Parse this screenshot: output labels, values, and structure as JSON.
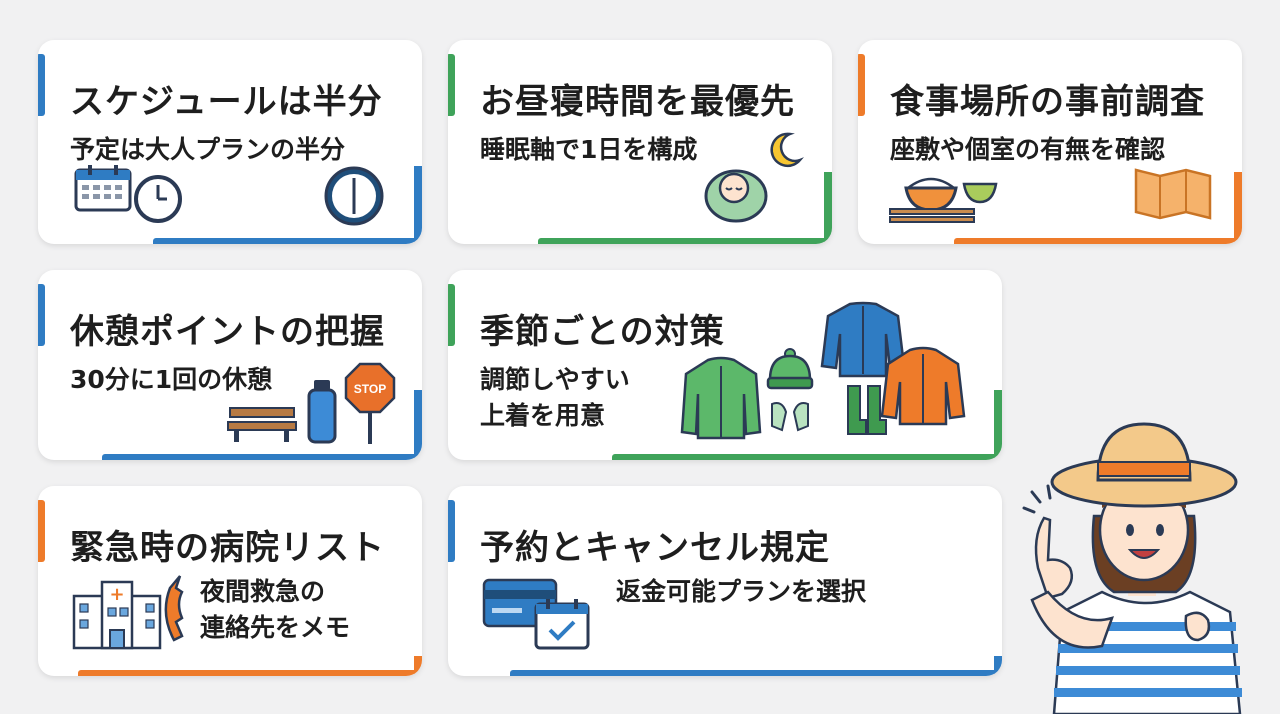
{
  "cards": [
    {
      "title": "スケジュールは半分",
      "sub": "予定は大人プランの半分",
      "accent": "#2f7cc3"
    },
    {
      "title": "お昼寝時間を最優先",
      "sub": "睡眠軸で1日を構成",
      "accent": "#3fa35a"
    },
    {
      "title": "食事場所の事前調査",
      "sub": "座敷や個室の有無を確認",
      "accent": "#ee7b2a"
    },
    {
      "title": "休憩ポイントの把握",
      "sub": "30分に1回の休憩",
      "accent": "#2f7cc3"
    },
    {
      "title": "季節ごとの対策",
      "sub_lines": [
        "調節しやすい",
        "上着を用意"
      ],
      "accent": "#3fa35a"
    },
    {
      "title": "緊急時の病院リスト",
      "sub_lines": [
        "夜間救急の",
        "連絡先をメモ"
      ],
      "accent": "#ee7b2a"
    },
    {
      "title": "予約とキャンセル規定",
      "sub": "返金可能プランを選択",
      "accent": "#2f7cc3"
    }
  ],
  "stop_sign_text": "STOP",
  "hospital_cross": "+"
}
